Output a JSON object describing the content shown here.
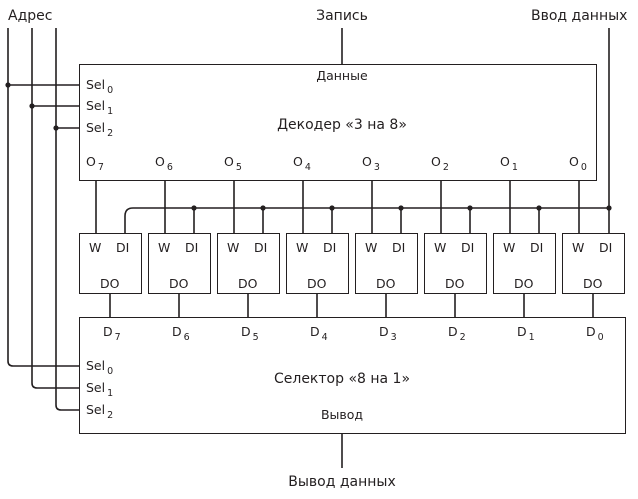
{
  "labels": {
    "address": "Адрес",
    "write": "Запись",
    "data_in": "Ввод данных",
    "data_out": "Вывод данных"
  },
  "decoder": {
    "title": "Декодер «3 на 8»",
    "data_label": "Данные",
    "sel": [
      {
        "base": "Sel",
        "sub": "0"
      },
      {
        "base": "Sel",
        "sub": "1"
      },
      {
        "base": "Sel",
        "sub": "2"
      }
    ],
    "outputs": [
      {
        "base": "O",
        "sub": "7"
      },
      {
        "base": "O",
        "sub": "6"
      },
      {
        "base": "O",
        "sub": "5"
      },
      {
        "base": "O",
        "sub": "4"
      },
      {
        "base": "O",
        "sub": "3"
      },
      {
        "base": "O",
        "sub": "2"
      },
      {
        "base": "O",
        "sub": "1"
      },
      {
        "base": "O",
        "sub": "0"
      }
    ]
  },
  "cells": [
    {
      "w": "W",
      "di": "DI",
      "do": "DO"
    },
    {
      "w": "W",
      "di": "DI",
      "do": "DO"
    },
    {
      "w": "W",
      "di": "DI",
      "do": "DO"
    },
    {
      "w": "W",
      "di": "DI",
      "do": "DO"
    },
    {
      "w": "W",
      "di": "DI",
      "do": "DO"
    },
    {
      "w": "W",
      "di": "DI",
      "do": "DO"
    },
    {
      "w": "W",
      "di": "DI",
      "do": "DO"
    },
    {
      "w": "W",
      "di": "DI",
      "do": "DO"
    }
  ],
  "selector": {
    "title": "Селектор «8 на 1»",
    "output_label": "Вывод",
    "sel": [
      {
        "base": "Sel",
        "sub": "0"
      },
      {
        "base": "Sel",
        "sub": "1"
      },
      {
        "base": "Sel",
        "sub": "2"
      }
    ],
    "inputs": [
      {
        "base": "D",
        "sub": "7"
      },
      {
        "base": "D",
        "sub": "6"
      },
      {
        "base": "D",
        "sub": "5"
      },
      {
        "base": "D",
        "sub": "4"
      },
      {
        "base": "D",
        "sub": "3"
      },
      {
        "base": "D",
        "sub": "2"
      },
      {
        "base": "D",
        "sub": "1"
      },
      {
        "base": "D",
        "sub": "0"
      }
    ]
  },
  "colors": {
    "line": "#231f20",
    "background": "#ffffff"
  }
}
